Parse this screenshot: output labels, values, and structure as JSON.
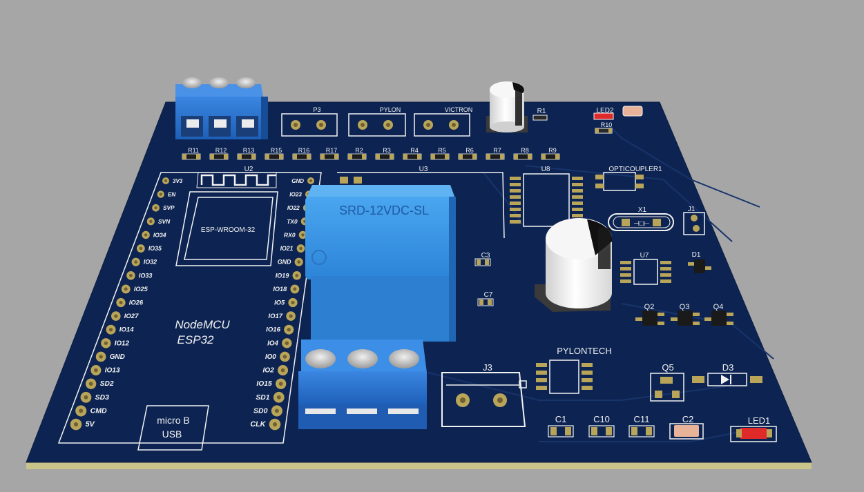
{
  "scene": {
    "background_color": "#a6a6a6",
    "board_color": "#0d2452",
    "board_edge_color": "#c9c48a",
    "silk_color": "#f2f2f2",
    "pad_color": "#b9a55a"
  },
  "module": {
    "designator": "U2",
    "name_line1": "NodeMCU",
    "name_line2": "ESP32",
    "shield_label": "ESP-WROOM-32",
    "usb_line1": "micro B",
    "usb_line2": "USB",
    "left_pins": [
      "3V3",
      "EN",
      "SVP",
      "SVN",
      "IO34",
      "IO35",
      "IO32",
      "IO33",
      "IO25",
      "IO26",
      "IO27",
      "IO14",
      "IO12",
      "GND",
      "IO13",
      "SD2",
      "SD3",
      "CMD",
      "5V"
    ],
    "right_pins": [
      "GND",
      "IO23",
      "IO22",
      "TX0",
      "RX0",
      "IO21",
      "GND",
      "IO19",
      "IO18",
      "IO5",
      "IO17",
      "IO16",
      "IO4",
      "IO0",
      "IO2",
      "IO15",
      "SD1",
      "SD0",
      "CLK"
    ]
  },
  "connectors": {
    "p3": "P3",
    "pylon": "PYLON",
    "victron": "VICTRON",
    "j1": "J1",
    "j3": "J3"
  },
  "resistor_row": [
    "R11",
    "R12",
    "R13",
    "R15",
    "R16",
    "R17",
    "R2",
    "R3",
    "R4",
    "R5",
    "R6",
    "R7",
    "R8",
    "R9"
  ],
  "parts": {
    "r1": "R1",
    "led2": "LED2",
    "r10": "R10",
    "u3": "U3",
    "u8": "U8",
    "relay": "SRD-12VDC-SL",
    "opto": "OPTICOUPLER1",
    "x1": "X1",
    "d1": "D1",
    "c3": "C3",
    "c7": "C7",
    "u7": "U7",
    "q2": "Q2",
    "q3": "Q3",
    "q4": "Q4",
    "pylontech": "PYLONTECH",
    "q5": "Q5",
    "d3": "D3",
    "c1": "C1",
    "c10": "C10",
    "c11": "C11",
    "c2": "C2",
    "led1": "LED1"
  }
}
